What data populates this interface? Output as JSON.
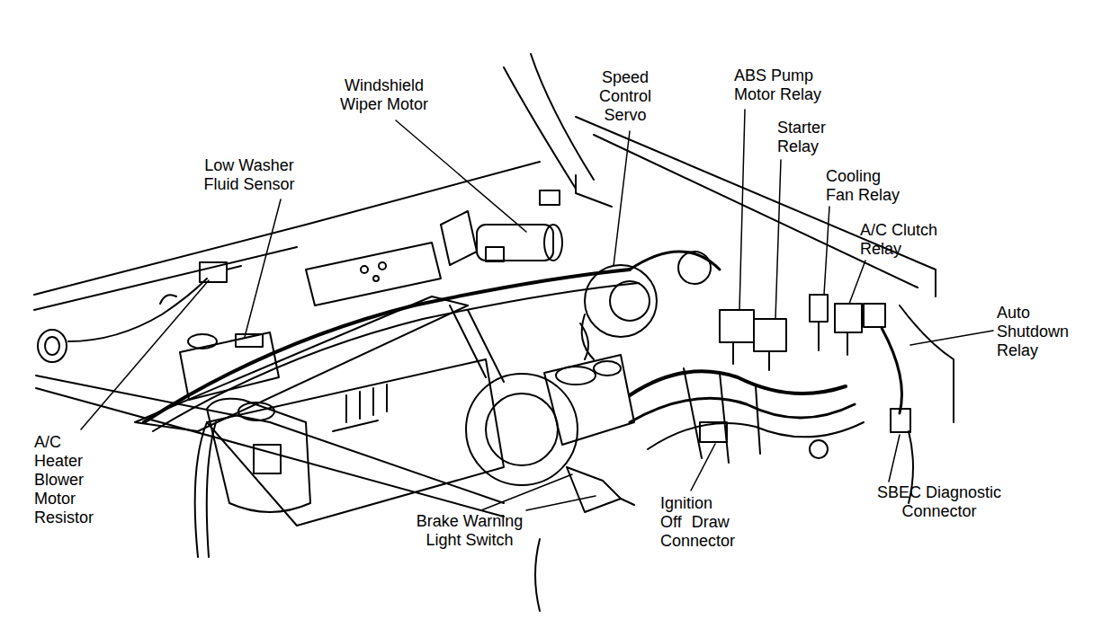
{
  "diagram": {
    "labels": [
      "Windshield Wiper Motor",
      "Speed Control Servo",
      "ABS Pump Motor Relay",
      "Starter Relay",
      "Cooling Fan Relay",
      "Low Washer Fluid Sensor",
      "A/C Clutch Relay",
      "Auto Shutdown Relay",
      "A/C Heater Blower Motor Resistor",
      "SBEC Diagnostic Connector",
      "Ignition Off Draw Connector",
      "Brake Warning Light Switch"
    ]
  }
}
